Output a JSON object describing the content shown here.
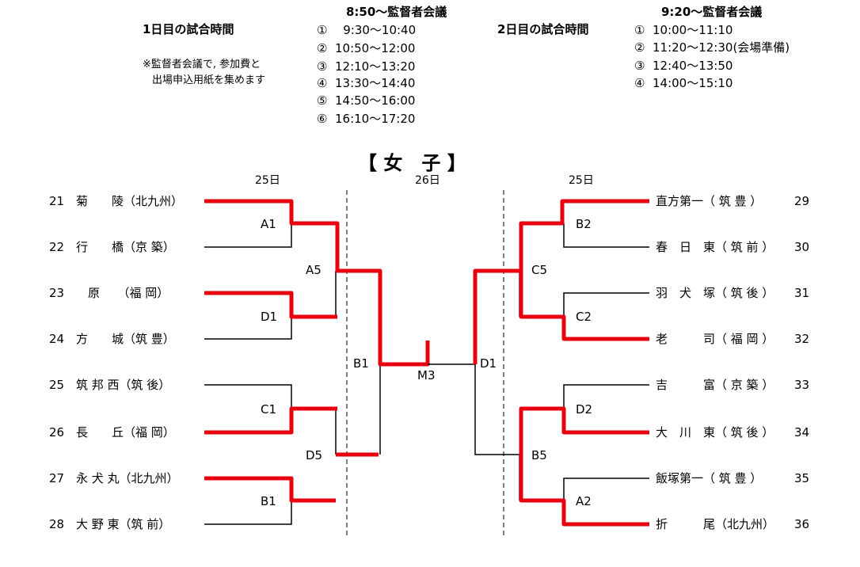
{
  "header": {
    "day1_title": "1日目の試合時間",
    "day1_meeting": "8:50～監督者会議",
    "note_line1": "※監督者会議で, 参加費と",
    "note_line2": "出場申込用紙を集めます",
    "day1_slots": [
      "①　 9:30～10:40",
      "②  10:50～12:00",
      "③  12:10～13:20",
      "④  13:30～14:40",
      "⑤  14:50～16:00",
      "⑥  16:10～17:20"
    ],
    "day2_title": "2日目の試合時間",
    "day2_meeting": "9:20～監督者会議",
    "day2_slots": [
      "①  10:00～11:10",
      "②  11:20～12:30(会場準備)",
      "③  12:40～13:50",
      "④  14:00～15:10"
    ]
  },
  "bracket": {
    "title": "【 女　子 】",
    "dates": {
      "left": "25日",
      "center": "26日",
      "right": "25日"
    },
    "left_teams": [
      {
        "num": "21",
        "name": "菊　　陵（北九州）"
      },
      {
        "num": "22",
        "name": "行　　橋（京 築）"
      },
      {
        "num": "23",
        "name": "　原　　（福 岡）"
      },
      {
        "num": "24",
        "name": "方　　城（筑 豊）"
      },
      {
        "num": "25",
        "name": "筑 邦 西（筑 後）"
      },
      {
        "num": "26",
        "name": "長　　丘（福 岡）"
      },
      {
        "num": "27",
        "name": "永 犬 丸（北九州）"
      },
      {
        "num": "28",
        "name": "大 野 東（筑 前）"
      }
    ],
    "right_teams": [
      {
        "num": "29",
        "name": "直方第一（ 筑 豊 ）"
      },
      {
        "num": "30",
        "name": "春　日　東（ 筑 前 ）"
      },
      {
        "num": "31",
        "name": "羽　犬　塚（ 筑 後 ）"
      },
      {
        "num": "32",
        "name": "老　　　司（ 福 岡 ）"
      },
      {
        "num": "33",
        "name": "吉　　　富（ 京 築 ）"
      },
      {
        "num": "34",
        "name": "大　川　東（ 筑 後 ）"
      },
      {
        "num": "35",
        "name": "飯塚第一（ 筑 豊 ）"
      },
      {
        "num": "36",
        "name": "折　　　尾（北九州）"
      }
    ],
    "match_labels": {
      "l_a1": "A1",
      "l_d1": "D1",
      "l_c1": "C1",
      "l_b1": "B1",
      "l_a5": "A5",
      "l_d5": "D5",
      "l_b1_semi": "B1",
      "final": "M3",
      "r_b2": "B2",
      "r_c2": "C2",
      "r_d2": "D2",
      "r_a2": "A2",
      "r_c5": "C5",
      "r_b5": "B5",
      "r_d1_semi": "D1"
    },
    "colors": {
      "winner_line": "#e8000f",
      "line": "#000000"
    }
  }
}
